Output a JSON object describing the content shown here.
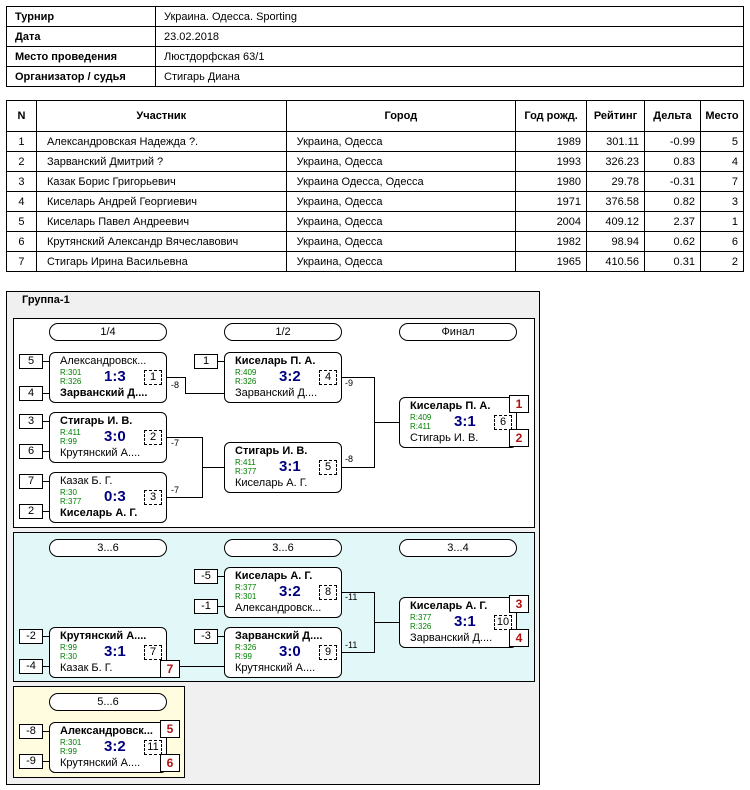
{
  "info": [
    {
      "label": "Турнир",
      "value": "Украина. Одесса. Sporting"
    },
    {
      "label": "Дата",
      "value": "23.02.2018"
    },
    {
      "label": "Место проведения",
      "value": "Люстдорфская 63/1"
    },
    {
      "label": "Организатор / судья",
      "value": "Стигарь Диана"
    }
  ],
  "participants": {
    "headers": [
      "N",
      "Участник",
      "Город",
      "Год рожд.",
      "Рейтинг",
      "Дельта",
      "Место"
    ],
    "rows": [
      [
        "1",
        "Александровская Надежда ?.",
        "Украина, Одесса",
        "1989",
        "301.11",
        "-0.99",
        "5"
      ],
      [
        "2",
        "Зарванский Дмитрий ?",
        "Украина, Одесса",
        "1993",
        "326.23",
        "0.83",
        "4"
      ],
      [
        "3",
        "Казак Борис Григорьевич",
        "Украина Одесса, Одесса",
        "1980",
        "29.78",
        "-0.31",
        "7"
      ],
      [
        "4",
        "Киселарь Андрей Георгиевич",
        "Украина, Одесса",
        "1971",
        "376.58",
        "0.82",
        "3"
      ],
      [
        "5",
        "Киселарь Павел Андреевич",
        "Украина, Одесса",
        "2004",
        "409.12",
        "2.37",
        "1"
      ],
      [
        "6",
        "Крутянский Александр Вячеславович",
        "Украина, Одесса",
        "1982",
        "98.94",
        "0.62",
        "6"
      ],
      [
        "7",
        "Стигарь Ирина Васильевна",
        "Украина, Одесса",
        "1965",
        "410.56",
        "0.31",
        "2"
      ]
    ]
  },
  "group": {
    "title": "Группа-1",
    "headers": {
      "r1": "1/4",
      "r2": "1/2",
      "final": "Финал",
      "c36a": "3...6",
      "c36b": "3...6",
      "c34": "3...4",
      "c56": "5...6"
    },
    "seeds": {
      "s1": "5",
      "s2": "4",
      "s3": "3",
      "s4": "6",
      "s5": "7",
      "s6": "2",
      "s7": "1",
      "l1": "-5",
      "l2": "-1",
      "l3": "-2",
      "l4": "-3",
      "l5": "-4",
      "l6": "-8",
      "l7": "-9"
    },
    "matches": {
      "m1": {
        "p1": "Александровск...",
        "p2": "Зарванский Д....",
        "r1": "R:301",
        "r2": "R:326",
        "score": "1:3",
        "no": "1",
        "note": "-8"
      },
      "m2": {
        "p1": "Стигарь И. В.",
        "p2": "Крутянский А....",
        "r1": "R:411",
        "r2": "R:99",
        "score": "3:0",
        "no": "2",
        "note": "-7"
      },
      "m3": {
        "p1": "Казак Б. Г.",
        "p2": "Киселарь А. Г.",
        "r1": "R:30",
        "r2": "R:377",
        "score": "0:3",
        "no": "3",
        "note": "-7"
      },
      "m4": {
        "p1": "Киселарь П. А.",
        "p2": "Зарванский Д....",
        "r1": "R:409",
        "r2": "R:326",
        "score": "3:2",
        "no": "4",
        "note": "-9"
      },
      "m5": {
        "p1": "Стигарь И. В.",
        "p2": "Киселарь А. Г.",
        "r1": "R:411",
        "r2": "R:377",
        "score": "3:1",
        "no": "5",
        "note": "-8"
      },
      "m6": {
        "p1": "Киселарь П. А.",
        "p2": "Стигарь И. В.",
        "r1": "R:409",
        "r2": "R:411",
        "score": "3:1",
        "no": "6"
      },
      "m7": {
        "p1": "Крутянский А....",
        "p2": "Казак Б. Г.",
        "r1": "R:99",
        "r2": "R:30",
        "score": "3:1",
        "no": "7"
      },
      "m8": {
        "p1": "Киселарь А. Г.",
        "p2": "Александровск...",
        "r1": "R:377",
        "r2": "R:301",
        "score": "3:2",
        "no": "8",
        "note": "-11"
      },
      "m9": {
        "p1": "Зарванский Д....",
        "p2": "Крутянский А....",
        "r1": "R:326",
        "r2": "R:99",
        "score": "3:0",
        "no": "9",
        "note": "-11"
      },
      "m10": {
        "p1": "Киселарь А. Г.",
        "p2": "Зарванский Д....",
        "r1": "R:377",
        "r2": "R:326",
        "score": "3:1",
        "no": "10"
      },
      "m11": {
        "p1": "Александровск...",
        "p2": "Крутянский А....",
        "r1": "R:301",
        "r2": "R:99",
        "score": "3:2",
        "no": "11"
      }
    },
    "places": {
      "p1": "1",
      "p2": "2",
      "p3": "3",
      "p4": "4",
      "p5": "5",
      "p6": "6",
      "p7": "7"
    }
  },
  "colors": {
    "score": "#000080",
    "rating": "#008000",
    "place": "#b01010",
    "bg_36": "#e2f8f8",
    "bg_56": "#fffce0"
  }
}
